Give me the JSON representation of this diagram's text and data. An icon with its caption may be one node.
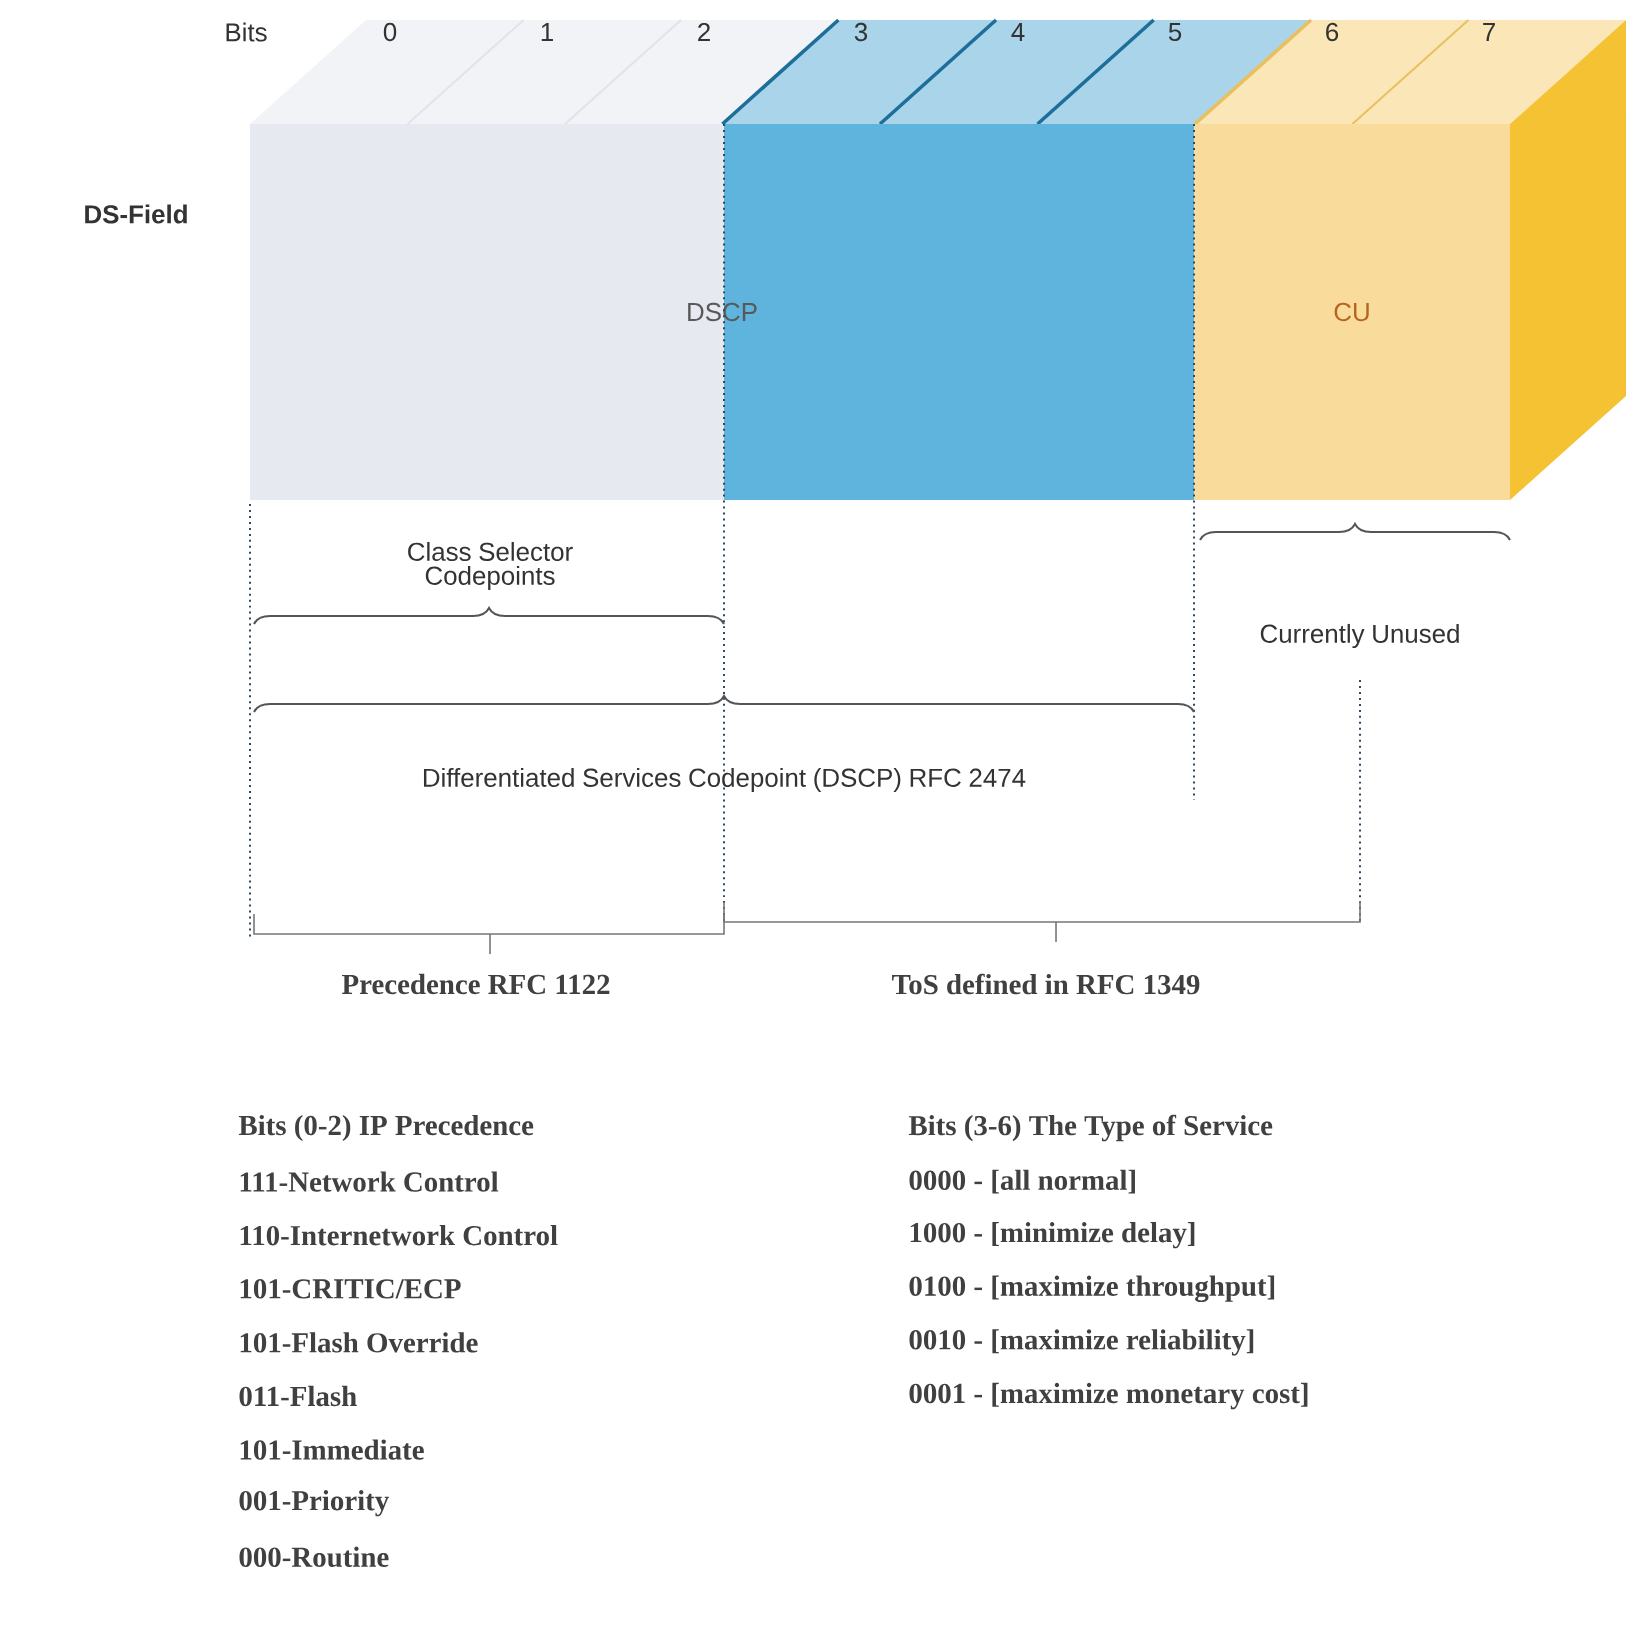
{
  "diagram": {
    "nodes": [
      {
        "text": [
          "DSCP"
        ]
      },
      {
        "text": [
          "CU"
        ]
      }
    ],
    "labels": [
      "Bits",
      "0",
      "1",
      "2",
      "3",
      "4",
      "5",
      "6",
      "7",
      "DS-Field",
      "Class Selector Codepoints",
      "Currently Unused",
      "Differentiated Services Codepoint (DSCP) RFC 2474",
      "Precedence RFC 1122",
      "ToS defined in RFC 1349",
      "Bits (0-2) IP Precedence",
      "111-Network Control",
      "110-Internetwork Control",
      "101-CRITIC/ECP",
      "101-Flash Override",
      "011-Flash",
      "101-Immediate",
      "001-Priority",
      "000-Routine",
      "Bits (3-6) The Type of Service",
      "0000 - [all normal]",
      "1000 - [minimize delay]",
      "0100 - [maximize throughput]",
      "0010 - [maximize reliability]",
      "0001 - [maximize monetary cost]"
    ]
  }
}
